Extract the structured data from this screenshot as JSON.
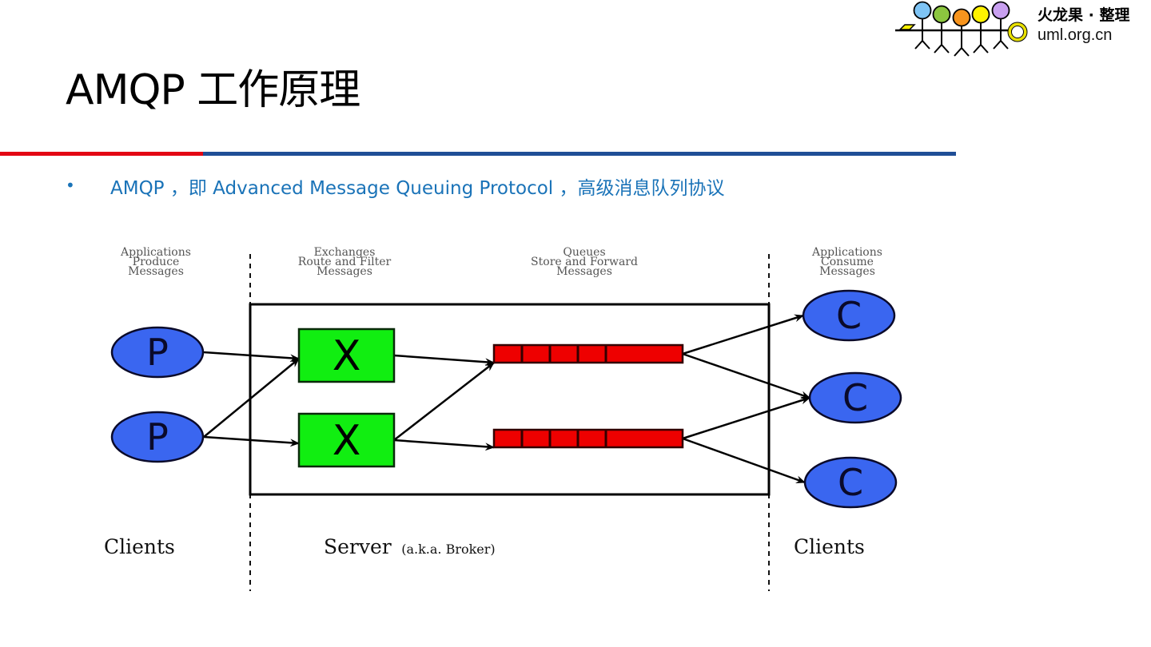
{
  "logo": {
    "title": "火龙果 · 整理",
    "url": "uml.org.cn",
    "figure_colors": [
      "#7ec4f5",
      "#8cc63f",
      "#f7941d",
      "#fff200",
      "#c9a0f0"
    ]
  },
  "page": {
    "title": "AMQP 工作原理",
    "accent_red": "#e30613",
    "accent_blue": "#1f4e96"
  },
  "bullet": {
    "symbol": "•",
    "text": "AMQP ，即 Advanced Message Queuing Protocol ，高级消息队列协议"
  },
  "diagram": {
    "column_headers": [
      [
        "Applications",
        "Produce",
        "Messages"
      ],
      [
        "Exchanges",
        "Route and Filter",
        "Messages"
      ],
      [
        "Queues",
        "Store and Forward",
        "Messages"
      ],
      [
        "Applications",
        "Consume",
        "Messages"
      ]
    ],
    "producers": [
      {
        "label": "P"
      },
      {
        "label": "P"
      }
    ],
    "exchanges": [
      {
        "label": "X"
      },
      {
        "label": "X"
      }
    ],
    "queues": [
      {
        "slots": 5
      },
      {
        "slots": 5
      }
    ],
    "consumers": [
      {
        "label": "C"
      },
      {
        "label": "C"
      },
      {
        "label": "C"
      }
    ],
    "footer": {
      "left": "Clients",
      "center": "Server",
      "center_note": "(a.k.a. Broker)",
      "right": "Clients"
    },
    "colors": {
      "client_node": "#3a66f0",
      "exchange": "#11ee11",
      "queue": "#ee0000",
      "line": "#000000"
    },
    "edges": [
      {
        "from": "producer-0",
        "to": "exchange-0"
      },
      {
        "from": "producer-1",
        "to": "exchange-0"
      },
      {
        "from": "producer-1",
        "to": "exchange-1"
      },
      {
        "from": "exchange-0",
        "to": "queue-0"
      },
      {
        "from": "exchange-1",
        "to": "queue-0"
      },
      {
        "from": "exchange-1",
        "to": "queue-1"
      },
      {
        "from": "queue-0",
        "to": "consumer-0"
      },
      {
        "from": "queue-0",
        "to": "consumer-1"
      },
      {
        "from": "queue-1",
        "to": "consumer-1"
      },
      {
        "from": "queue-1",
        "to": "consumer-2"
      }
    ]
  }
}
